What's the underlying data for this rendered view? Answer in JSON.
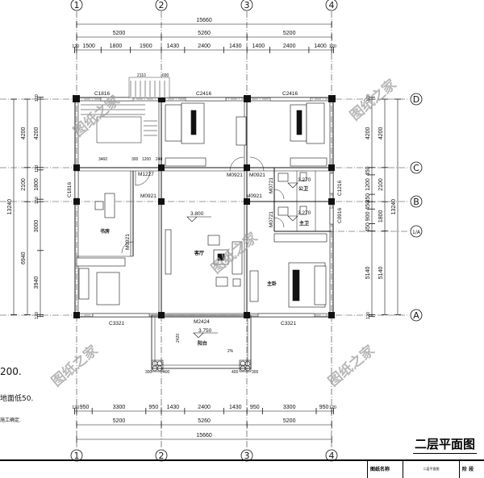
{
  "drawing_title": "二层平面图",
  "axes": {
    "vertical": [
      "1",
      "2",
      "3",
      "4"
    ],
    "horizontal": [
      "D",
      "C",
      "B",
      "1/A",
      "A"
    ]
  },
  "dimensions": {
    "top_total": [
      15660
    ],
    "top_axis": [
      5200,
      5260,
      5200
    ],
    "top_detail": [
      120,
      1500,
      1800,
      1900,
      1430,
      2400,
      1430,
      1400,
      2400,
      1400,
      120
    ],
    "bottom_detail": [
      120,
      950,
      3300,
      950,
      1430,
      2400,
      1430,
      950,
      3300,
      950,
      120
    ],
    "bottom_axis": [
      5200,
      5260,
      5200
    ],
    "bottom_total": [
      15660
    ],
    "left_total": [
      13240
    ],
    "left_axis": [
      4200,
      2100,
      6940
    ],
    "left_detail": [
      120,
      4200,
      150,
      1800,
      150,
      3000,
      3940,
      120
    ],
    "right_detail": [
      120,
      4200,
      450,
      1200,
      450,
      450,
      900,
      450,
      5140,
      120
    ],
    "right_axis": [
      4200,
      2100,
      1800,
      5140
    ],
    "right_total": [
      13240
    ]
  },
  "labels": {
    "c1816_top": "C1816",
    "c2416_a": "C2416",
    "c2416_b": "C2416",
    "d2110": "2110",
    "d690": "690",
    "d3460": "3460",
    "d300": "300",
    "d1200": "1200",
    "d240": "240",
    "m1227": "M1227",
    "m0921_a": "M0921",
    "m0921_b": "M0921",
    "m0921_c": "M0921",
    "m0921_d": "M0921",
    "m0921_e": "M0921",
    "c1816_left": "C1816",
    "c1216": "C1216",
    "c0916": "C0916",
    "m0721_a": "M0721",
    "m0721_b": "M0721",
    "m2424": "M2424",
    "c3321_a": "C3321",
    "c3321_b": "C3321",
    "d2420": "2420",
    "d300b": "300",
    "d400b": "400",
    "d400c": "400",
    "d300c": "300",
    "slope": "2%",
    "study": "书房",
    "living": "客厅",
    "master": "主卧",
    "public_bath": "公卫",
    "master_bath": "主卫",
    "balcony": "阳台",
    "elev_living": "3.800",
    "elev_bath1": "3.270",
    "elev_bath2": "3.270",
    "elev_balcony": "3.750"
  },
  "notes": [
    "200.",
    "地面低50.",
    "施工确定."
  ],
  "title_block": {
    "name_label": "图纸名称",
    "name_value": "二层平面图",
    "stage_label": "阶 段"
  },
  "watermark": "图纸之家"
}
